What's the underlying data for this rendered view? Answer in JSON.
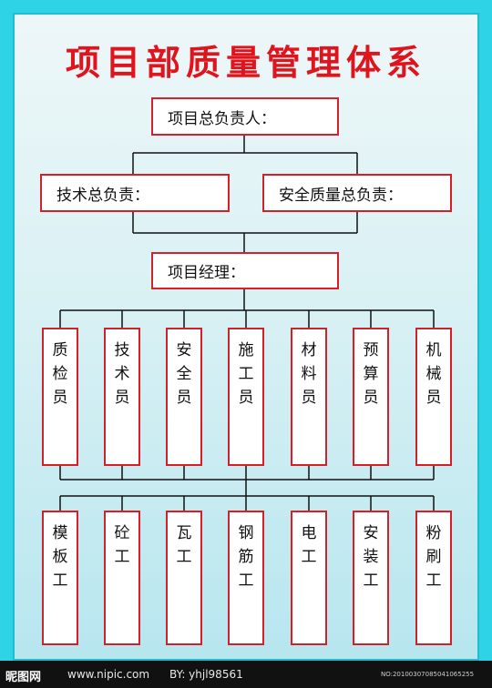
{
  "title": "项目部质量管理体系",
  "top": {
    "label": "项目总负责人："
  },
  "second": [
    {
      "label": "技术总负责："
    },
    {
      "label": "安全质量总负责："
    }
  ],
  "manager": {
    "label": "项目经理："
  },
  "staff": [
    {
      "label": "质检员"
    },
    {
      "label": "技术员"
    },
    {
      "label": "安全员"
    },
    {
      "label": "施工员"
    },
    {
      "label": "材料员"
    },
    {
      "label": "预算员"
    },
    {
      "label": "机械员"
    }
  ],
  "workers": [
    {
      "label": "模板工"
    },
    {
      "label": "砼 工"
    },
    {
      "label": "瓦 工"
    },
    {
      "label": "钢筋工"
    },
    {
      "label": "电 工"
    },
    {
      "label": "安装工"
    },
    {
      "label": "粉刷工"
    }
  ],
  "footer": {
    "logo": "昵图网",
    "site": "www.nipic.com",
    "by": "BY: yhjl98561",
    "no": "NO:20100307085041065255"
  },
  "colors": {
    "outer": "#2fd3e6",
    "title": "#e0141c",
    "box_border": "#d5202a",
    "line": "#111111"
  }
}
